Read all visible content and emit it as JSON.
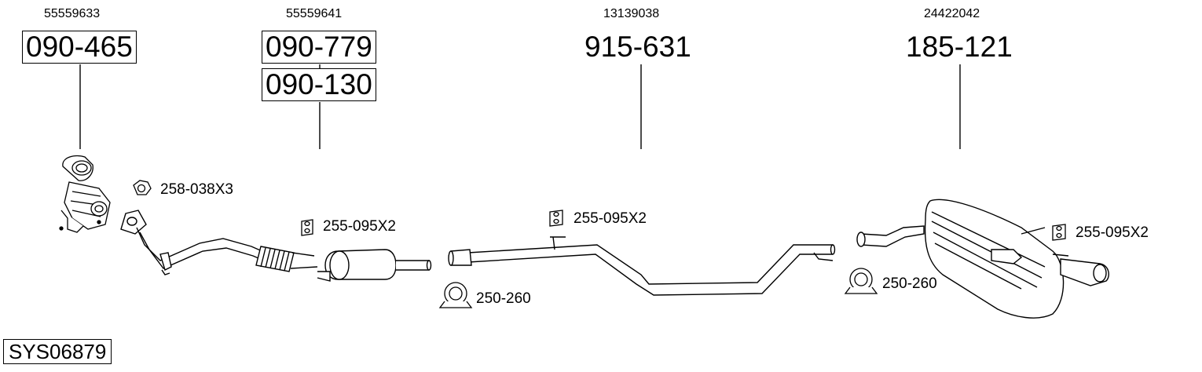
{
  "system_code": "SYS06879",
  "parts": [
    {
      "oem": "55559633",
      "part_number": "090-465"
    },
    {
      "oem": "55559641",
      "part_number": "090-779",
      "part_number_2": "090-130"
    },
    {
      "oem": "13139038",
      "part_number": "915-631"
    },
    {
      "oem": "24422042",
      "part_number": "185-121"
    }
  ],
  "accessories": {
    "nut_label": "258-038X3",
    "hanger_label_1": "255-095X2",
    "hanger_label_2": "255-095X2",
    "hanger_label_3": "255-095X2",
    "clamp_label_1": "250-260",
    "clamp_label_2": "250-260"
  }
}
